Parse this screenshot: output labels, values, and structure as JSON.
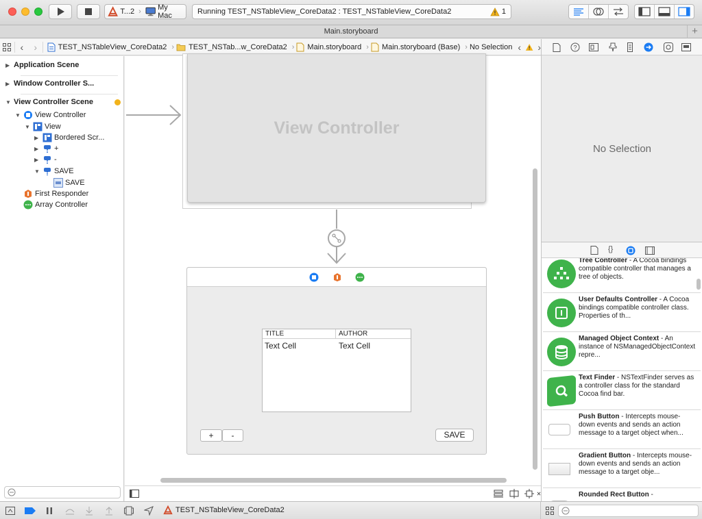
{
  "toolbar": {
    "scheme_label": "T...2",
    "destination_label": "My Mac",
    "activity_text": "Running TEST_NSTableView_CoreData2 : TEST_NSTableView_CoreData2",
    "warning_count": "1"
  },
  "tab": {
    "title": "Main.storyboard"
  },
  "jumpbar": {
    "items": [
      "TEST_NSTableView_CoreData2",
      "TEST_NSTab...w_CoreData2",
      "Main.storyboard",
      "Main.storyboard (Base)",
      "No Selection"
    ]
  },
  "outline": {
    "application_scene": "Application Scene",
    "window_controller_scene": "Window Controller S...",
    "view_controller_scene": "View Controller Scene",
    "view_controller": "View Controller",
    "view": "View",
    "bordered_scroll": "Bordered Scr...",
    "plus": "+",
    "minus": "-",
    "save": "SAVE",
    "save_cell": "SAVE",
    "first_responder": "First Responder",
    "array_controller": "Array Controller"
  },
  "canvas": {
    "window_title": "View Controller",
    "table_headers": [
      "TITLE",
      "AUTHOR"
    ],
    "table_cells": [
      "Text Cell",
      "Text Cell"
    ],
    "plus_button": "+",
    "minus_button": "-",
    "save_button": "SAVE"
  },
  "inspector": {
    "no_selection": "No Selection",
    "library": [
      {
        "name": "Tree Controller",
        "desc": " - A Cocoa bindings compatible controller that manages a tree of objects.",
        "icon": "tree-controller-icon"
      },
      {
        "name": "User Defaults Controller",
        "desc": " - A Cocoa bindings compatible controller class. Properties of th...",
        "icon": "user-defaults-icon"
      },
      {
        "name": "Managed Object Context",
        "desc": " - An instance of NSManagedObjectContext repre...",
        "icon": "database-icon"
      },
      {
        "name": "Text Finder",
        "desc": " - NSTextFinder serves as a controller class for the standard Cocoa find bar.",
        "icon": "text-finder-icon"
      },
      {
        "name": "Push Button",
        "desc": " - Intercepts mouse-down events and sends an action message to a target object when...",
        "icon": "push-button-icon"
      },
      {
        "name": "Gradient Button",
        "desc": " - Intercepts mouse-down events and sends an action message to a target obje...",
        "icon": "gradient-button-icon"
      },
      {
        "name": "Rounded Rect Button",
        "desc": " - ",
        "icon": "rounded-rect-button-icon"
      }
    ]
  },
  "bottombar": {
    "target_label": "TEST_NSTableView_CoreData2"
  },
  "colors": {
    "accent": "#1b7cf3",
    "green": "#3fb34b",
    "orange": "#e8742e"
  }
}
